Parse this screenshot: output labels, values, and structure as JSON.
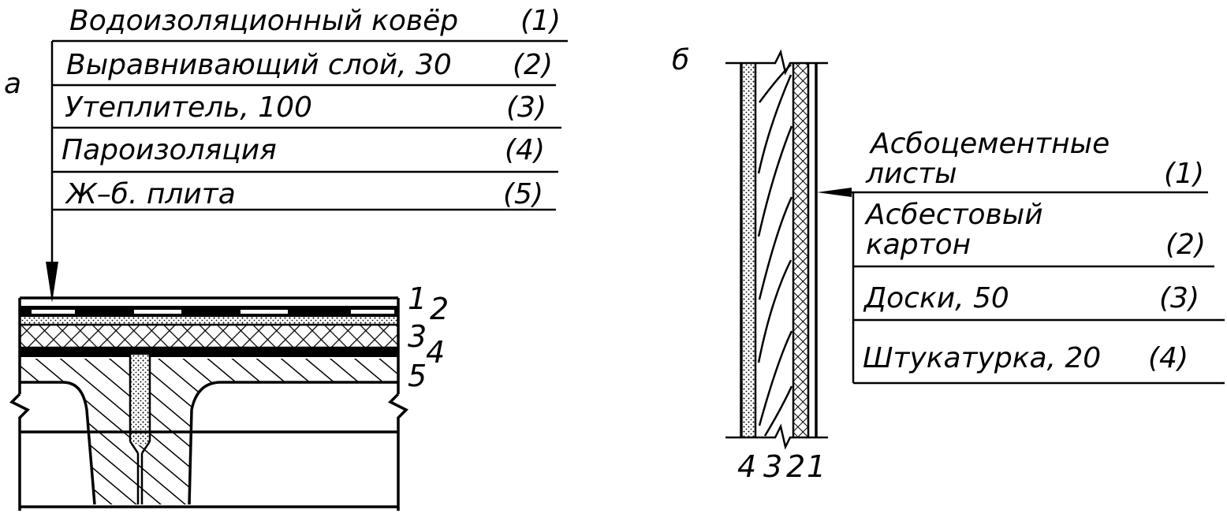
{
  "part_a": {
    "letter": "а",
    "layers": [
      {
        "text": "Водоизоляционный ковёр",
        "ref": "(1)"
      },
      {
        "text": "Выравнивающий слой, 30",
        "ref": "(2)"
      },
      {
        "text": "Утеплитель, 100",
        "ref": "(3)"
      },
      {
        "text": "Пароизоляция",
        "ref": "(4)"
      },
      {
        "text": "Ж–б. плита",
        "ref": "(5)"
      }
    ],
    "numbers": [
      "1",
      "2",
      "3",
      "4",
      "5"
    ]
  },
  "part_b": {
    "letter": "б",
    "layers": [
      {
        "line1": "Асбоцементные",
        "line2": "листы",
        "ref": "(1)"
      },
      {
        "line1": "Асбестовый",
        "line2": "картон",
        "ref": "(2)"
      },
      {
        "line1": "Доски, 50",
        "line2": "",
        "ref": "(3)"
      },
      {
        "line1": "Штукатурка, 20",
        "line2": "",
        "ref": "(4)"
      }
    ],
    "numbers": [
      "4",
      "3",
      "2",
      "1"
    ]
  }
}
